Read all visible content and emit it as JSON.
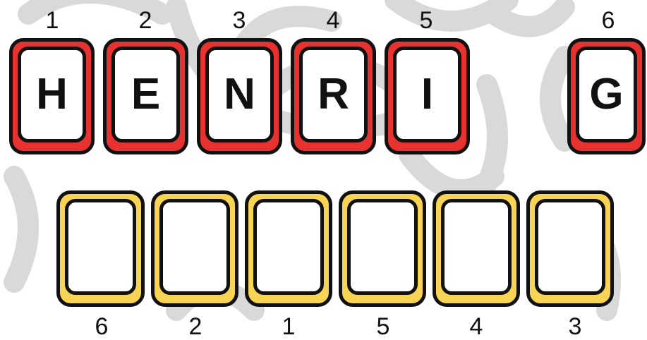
{
  "colors": {
    "clue_tile": "#e8322f",
    "answer_tile": "#f7d454",
    "outline": "#111111",
    "doodle": "#d9d9d9"
  },
  "clue": {
    "letters": [
      "H",
      "E",
      "N",
      "R",
      "I",
      "G"
    ],
    "numbers": [
      "1",
      "2",
      "3",
      "4",
      "5",
      "6"
    ]
  },
  "answer": {
    "letters": [
      "",
      "",
      "",
      "",
      "",
      ""
    ],
    "numbers": [
      "6",
      "2",
      "1",
      "5",
      "4",
      "3"
    ]
  }
}
